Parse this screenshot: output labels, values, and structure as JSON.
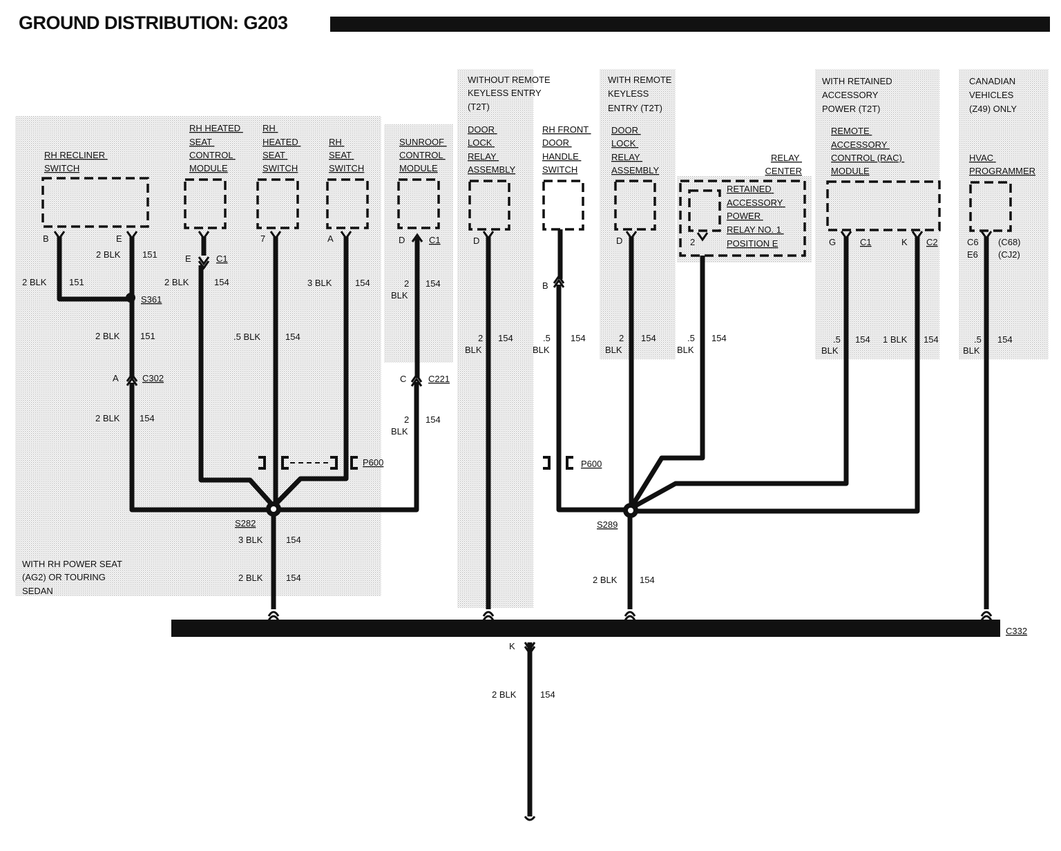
{
  "title": "GROUND DISTRIBUTION: G203",
  "notes": {
    "power_seat": [
      "WITH RH POWER SEAT",
      "(AG2) OR TOURING",
      "SEDAN"
    ],
    "without_rke": [
      "WITHOUT REMOTE",
      "KEYLESS ENTRY",
      "(T2T)"
    ],
    "with_rke": [
      "WITH REMOTE",
      "KEYLESS",
      "ENTRY (T2T)"
    ],
    "with_rap": [
      "WITH RETAINED",
      "ACCESSORY",
      "POWER (T2T)"
    ],
    "canadian": [
      "CANADIAN",
      "VEHICLES",
      "(Z49)  ONLY"
    ]
  },
  "components": {
    "recliner": [
      "RH RECLINER",
      "SWITCH"
    ],
    "heated_module": [
      "RH HEATED",
      "SEAT",
      "CONTROL",
      "MODULE"
    ],
    "heated_switch": [
      "RH",
      "HEATED",
      "SEAT",
      "SWITCH"
    ],
    "seat_switch": [
      "RH",
      "SEAT",
      "SWITCH"
    ],
    "sunroof": [
      "SUNROOF",
      "CONTROL",
      "MODULE"
    ],
    "door_lock_1": [
      "DOOR",
      "LOCK",
      "RELAY",
      "ASSEMBLY"
    ],
    "door_handle": [
      "RH FRONT",
      "DOOR",
      "HANDLE",
      "SWITCH"
    ],
    "door_lock_2": [
      "DOOR",
      "LOCK",
      "RELAY",
      "ASSEMBLY"
    ],
    "relay_center": [
      "RELAY",
      "CENTER"
    ],
    "rap_relay": [
      "RETAINED",
      "ACCESSORY",
      "POWER",
      "RELAY NO. 1",
      "POSITION E"
    ],
    "rac_module": [
      "REMOTE",
      "ACCESSORY",
      "CONTROL (RAC)",
      "MODULE"
    ],
    "hvac": [
      "HVAC",
      "PROGRAMMER"
    ]
  },
  "pins": {
    "recliner_b": "B",
    "recliner_e": "E",
    "heated_module": "E",
    "heated_switch": "7",
    "seat_switch": "A",
    "sunroof": "D",
    "door_lock_1": "D",
    "door_lock_2": "D",
    "rap_relay": "2",
    "rac_g": "G",
    "rac_k": "K",
    "hvac_c6": "C6",
    "hvac_e6": "E6",
    "c302": "A",
    "c221": "C",
    "door_handle_b": "B",
    "c332_k": "K"
  },
  "connectors": {
    "c1_heated": "C1",
    "c1_sunroof": "C1",
    "c1_rac": "C1",
    "c2_rac": "C2",
    "c68": "(C68)",
    "cj2": "(CJ2)",
    "c302": "C302",
    "c221": "C221",
    "p600_a": "P600",
    "p600_b": "P600",
    "c332": "C332"
  },
  "splices": {
    "s361": "S361",
    "s282": "S282",
    "s289": "S289"
  },
  "wires": {
    "w1_size": "2 BLK",
    "w1_ckt": "151",
    "w2_size": "2 BLK",
    "w2_ckt": "151",
    "w3_size": "2 BLK",
    "w3_ckt": "151",
    "w4_size": "2 BLK",
    "w4_ckt": "154",
    "w5_size": "2 BLK",
    "w5_ckt": "154",
    "w6_size": ".5 BLK",
    "w6_ckt": "154",
    "w7_size": "3 BLK",
    "w7_ckt": "154",
    "w8_size": "2",
    "w8_blk": "BLK",
    "w8_ckt": "154",
    "w9_size": "2",
    "w9_blk": "BLK",
    "w9_ckt": "154",
    "w10_size": "3 BLK",
    "w10_ckt": "154",
    "w11_size": "2 BLK",
    "w11_ckt": "154",
    "w12_size": "2",
    "w12_blk": "BLK",
    "w12_ckt": "154",
    "w13_size": ".5",
    "w13_blk": "BLK",
    "w13_ckt": "154",
    "w14_size": "2",
    "w14_blk": "BLK",
    "w14_ckt": "154",
    "w15_size": ".5",
    "w15_blk": "BLK",
    "w15_ckt": "154",
    "w16_size": ".5",
    "w16_blk": "BLK",
    "w16_ckt": "154",
    "w17_size": "1 BLK",
    "w17_ckt": "154",
    "w18_size": ".5",
    "w18_blk": "BLK",
    "w18_ckt": "154",
    "w19_size": "2 BLK",
    "w19_ckt": "154",
    "w20_size": "2 BLK",
    "w20_ckt": "154"
  },
  "colors": {
    "ink": "#111111",
    "shade": "#b5b5b5"
  }
}
